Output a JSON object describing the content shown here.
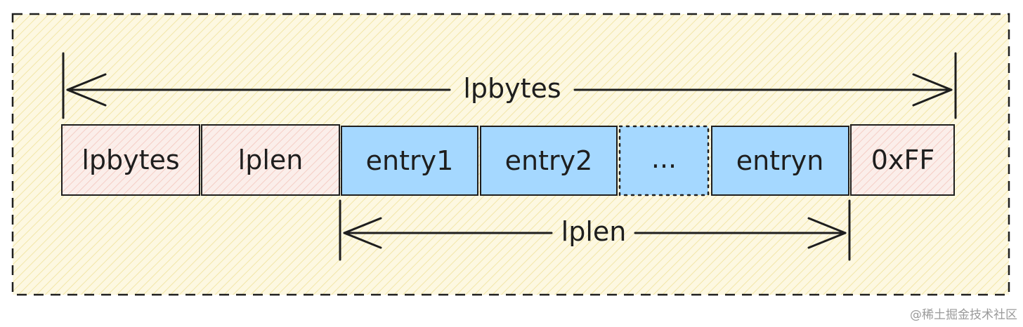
{
  "diagram": {
    "top_dimension_label": "lpbytes",
    "bottom_dimension_label": "lplen",
    "cells": [
      {
        "label": "lpbytes",
        "kind": "header"
      },
      {
        "label": "lplen",
        "kind": "header"
      },
      {
        "label": "entry1",
        "kind": "entry"
      },
      {
        "label": "entry2",
        "kind": "entry"
      },
      {
        "label": "...",
        "kind": "ellipsis"
      },
      {
        "label": "entryn",
        "kind": "entry"
      },
      {
        "label": "0xFF",
        "kind": "end"
      }
    ],
    "watermark": "@稀土掘金技术社区"
  },
  "colors": {
    "frame_fill": "#fdf8e1",
    "frame_hatch": "#f2e6a8",
    "stroke": "#1e1e1e",
    "header_fill": "#fbeeea",
    "header_hatch": "#f3c6bc",
    "entry_fill": "#a5d8ff"
  }
}
